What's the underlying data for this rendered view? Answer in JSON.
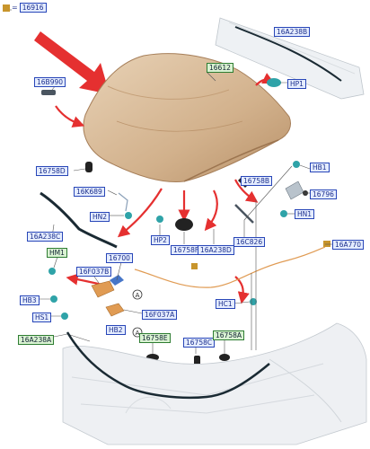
{
  "legend": {
    "marker": "=",
    "code": "16916"
  },
  "colors": {
    "hood": "#d6b795",
    "arrow_big": "#e53030",
    "label_border": "#2b4fb0",
    "wire": "#e09b53",
    "part_teal": "#2fa3a8"
  },
  "callouts": {
    "c_16A238B": "16A238B",
    "c_16612": "16612",
    "c_16B990": "16B990",
    "c_HP1": "HP1",
    "c_16758D": "16758D",
    "c_16758B": "16758B",
    "c_HB1": "HB1",
    "c_16K689": "16K689",
    "c_16796": "16796",
    "c_HN2": "HN2",
    "c_HN1": "HN1",
    "c_16A238C": "16A238C",
    "c_HP2": "HP2",
    "c_16758F": "16758F",
    "c_16A238D": "16A238D",
    "c_16C826": "16C826",
    "c_16A770": "16A770",
    "c_HM1": "HM1",
    "c_16700": "16700",
    "c_16F037B": "16F037B",
    "c_HB3": "HB3",
    "c_HC1": "HC1",
    "c_HS1": "HS1",
    "c_16F037A": "16F037A",
    "c_HB2": "HB2",
    "c_16A238A": "16A238A",
    "c_16758E": "16758E",
    "c_16758C": "16758C",
    "c_16758A": "16758A"
  },
  "circle_marks": {
    "a1": "A",
    "a2": "A"
  }
}
